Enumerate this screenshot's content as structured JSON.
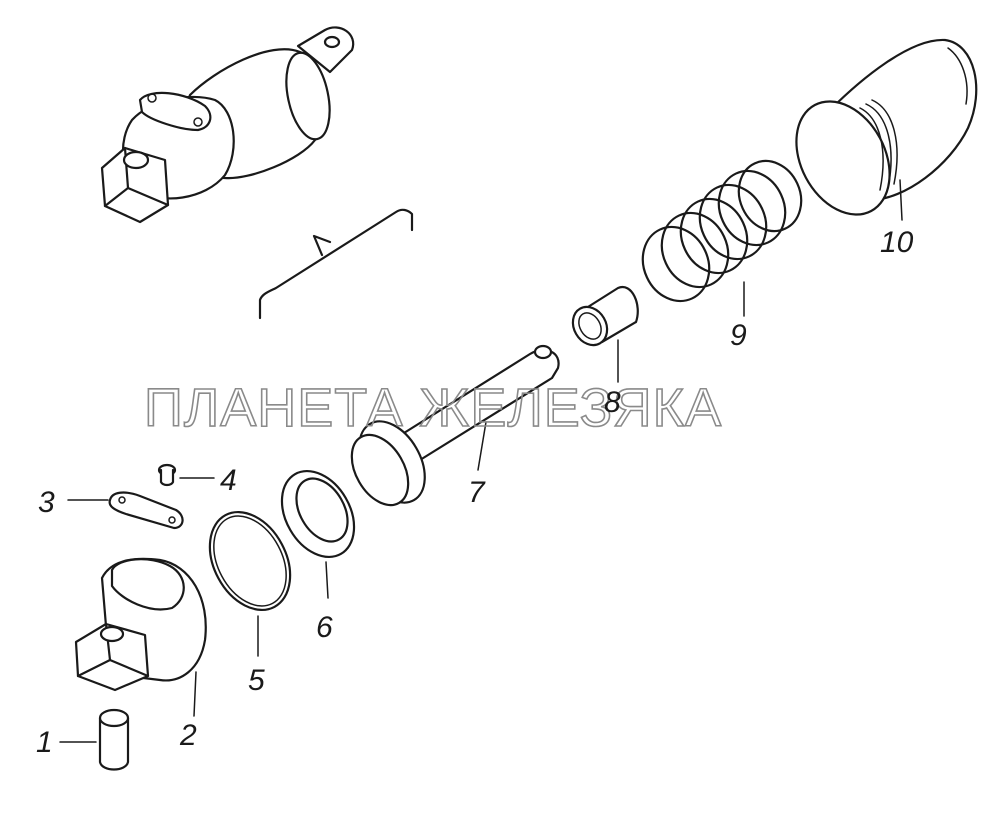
{
  "watermark": "ПЛАНЕТА ЖЕЛЕЗЯКА",
  "callouts": [
    {
      "id": "1",
      "label": "1"
    },
    {
      "id": "2",
      "label": "2"
    },
    {
      "id": "3",
      "label": "3"
    },
    {
      "id": "4",
      "label": "4"
    },
    {
      "id": "5",
      "label": "5"
    },
    {
      "id": "6",
      "label": "6"
    },
    {
      "id": "7",
      "label": "7"
    },
    {
      "id": "8",
      "label": "8"
    },
    {
      "id": "9",
      "label": "9"
    },
    {
      "id": "10",
      "label": "10"
    }
  ],
  "colors": {
    "ink": "#1a1a1a",
    "watermark": "#8a8a8a",
    "background": "#ffffff"
  }
}
